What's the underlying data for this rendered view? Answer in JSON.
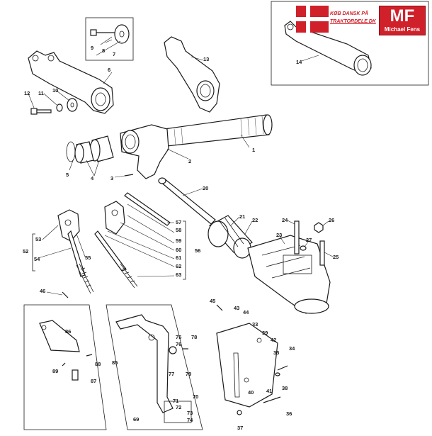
{
  "brand": {
    "shop_line1": "KØB DANSK PÅ",
    "shop_line2": "TRAKTORDELE.DK",
    "logo_letters": "MF",
    "logo_name": "Michael Fens",
    "flag_color": "#d0202a",
    "logo_color": "#d0202a"
  },
  "callouts": {
    "c1": "1",
    "c2": "2",
    "c3": "3",
    "c4": "4",
    "c5": "5",
    "c6": "6",
    "c7": "7",
    "c8": "8",
    "c9": "9",
    "c10": "10",
    "c11": "11",
    "c12": "12",
    "c13": "13",
    "c14": "14",
    "c20": "20",
    "c21": "21",
    "c22": "22",
    "c23": "23",
    "c24": "24",
    "c25": "25",
    "c26": "26",
    "c27": "27",
    "c33": "33",
    "c34": "34",
    "c35": "35",
    "c36": "36",
    "c37": "37",
    "c38": "38",
    "c39": "39",
    "c40": "40",
    "c41": "41",
    "c42": "42",
    "c43": "43",
    "c44": "44",
    "c45": "45",
    "c46": "46",
    "c52": "52",
    "c53": "53",
    "c54": "54",
    "c55": "55",
    "c56": "56",
    "c57": "57",
    "c58": "58",
    "c59": "59",
    "c60": "60",
    "c61": "61",
    "c62": "62",
    "c63": "63",
    "c69": "69",
    "c70": "70",
    "c71": "71",
    "c72": "72",
    "c73": "73",
    "c74": "74",
    "c75": "75",
    "c76": "76",
    "c77": "77",
    "c78": "78",
    "c79": "79",
    "c85": "85",
    "c86": "86",
    "c87": "87",
    "c88": "88",
    "c89": "89"
  }
}
